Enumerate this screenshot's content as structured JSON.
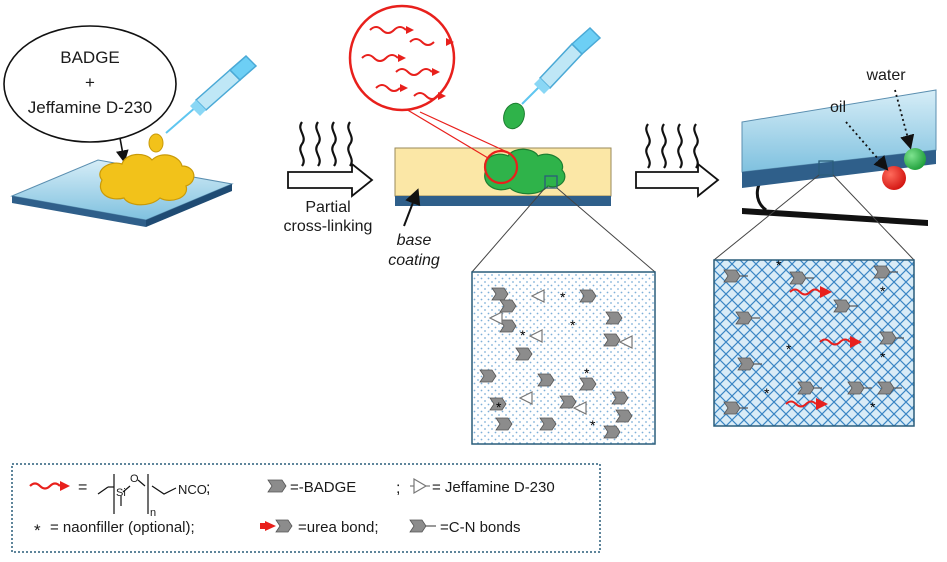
{
  "step1": {
    "bubble_line1": "BADGE",
    "bubble_line2": "+",
    "bubble_line3": "Jeffamine D-230"
  },
  "arrow1": {
    "line1": "Partial",
    "line2": "cross-linking"
  },
  "step2": {
    "base_line1": "base",
    "base_line2": "coating"
  },
  "step3": {
    "oil": "oil",
    "water": "water"
  },
  "legend": {
    "eq1": "=",
    "si": "Si",
    "o": "O",
    "n": "n",
    "nco": "NCO",
    "semi1": ";",
    "badge": "=-BADGE",
    "semi2": ";",
    "jeff": "= Jeffamine D-230",
    "star": "*",
    "nano": "= naonfiller (optional);",
    "urea": "=urea bond;",
    "cn": "=C-N bonds"
  },
  "colors": {
    "substrate": "#b8dcea",
    "substrate_edge": "#2f5f8a",
    "resin": "#f2c21a",
    "green": "#2fb34a",
    "red": "#e8201c",
    "coating": "#fbe7a6",
    "legend_border": "#2a5d7a"
  }
}
